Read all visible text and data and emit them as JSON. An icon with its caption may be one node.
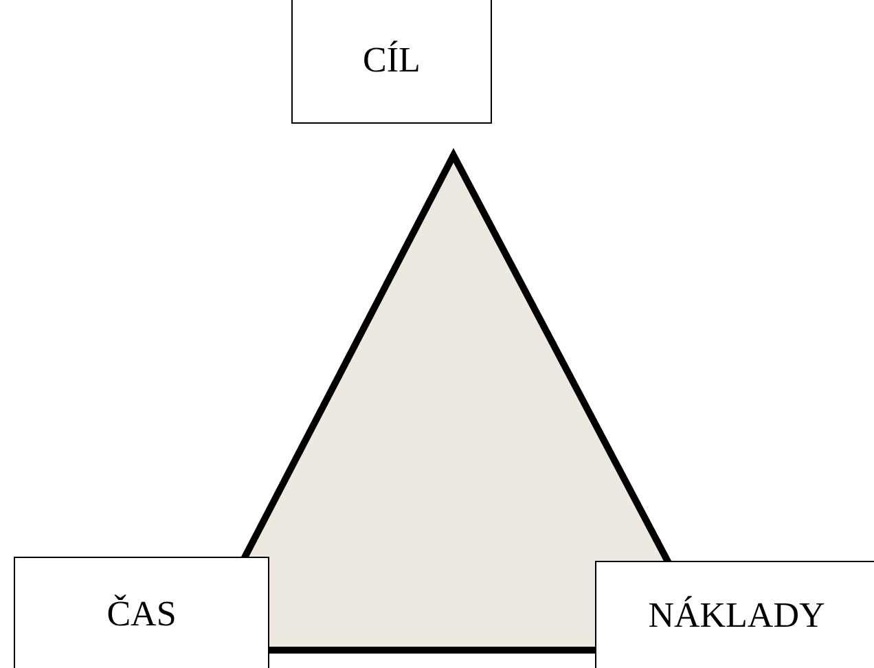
{
  "diagram": {
    "nodes": [
      {
        "text": [
          "CÍL"
        ]
      },
      {
        "text": [
          "ČAS"
        ]
      },
      {
        "text": [
          "NÁKLADY"
        ]
      }
    ]
  }
}
